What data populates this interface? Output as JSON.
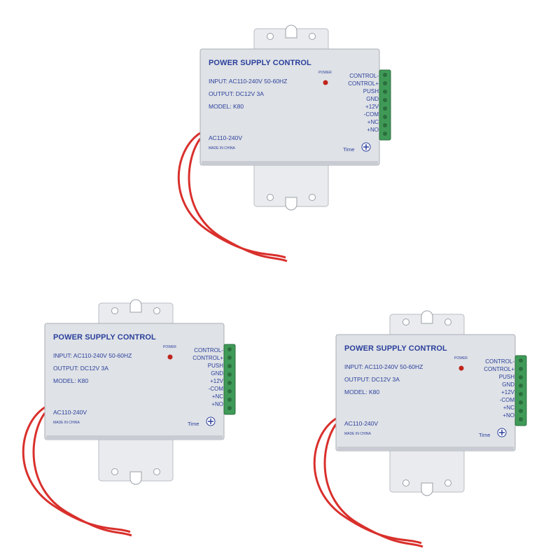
{
  "device": {
    "title": "POWER SUPPLY CONTROL",
    "input": "INPUT: AC110-240V  50-60HZ",
    "output": "OUTPUT: DC12V  3A",
    "model": "MODEL: K80",
    "ac_label": "AC110-240V",
    "made_in": "MADE IN CHINA",
    "power_label": "POWER",
    "time_label": "Time",
    "terminals": [
      "CONTROL-",
      "CONTROL+",
      "PUSH",
      "GND",
      "+12V",
      "-COM",
      "+NC",
      "+NO"
    ]
  },
  "colors": {
    "body": "#dfe2e6",
    "text": "#2a3f9c",
    "terminal_block": "#3f9a57",
    "wire": "#d9302c",
    "led": "#c0241c"
  },
  "icons": [
    "power-led-icon",
    "time-knob-icon",
    "terminal-block-icon",
    "mounting-bracket-icon"
  ]
}
